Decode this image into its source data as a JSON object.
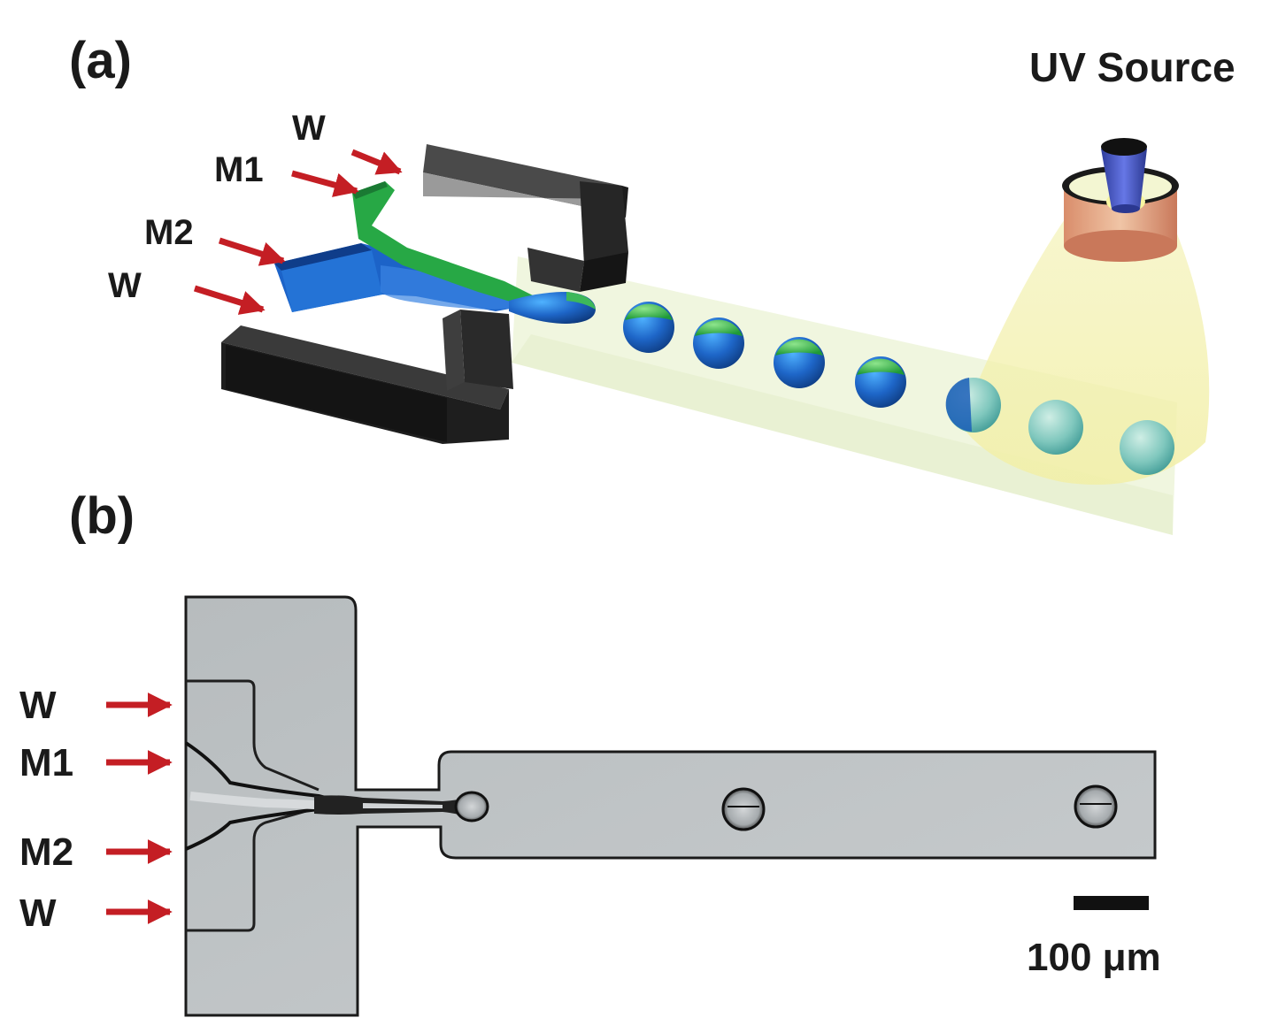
{
  "panel_a": {
    "label": "(a)",
    "inlets": {
      "w_top": "W",
      "m1": "M1",
      "m2": "M2",
      "w_bottom": "W"
    },
    "uv_label": "UV Source"
  },
  "panel_b": {
    "label": "(b)",
    "inlets": {
      "w_top": "W",
      "m1": "M1",
      "m2": "M2",
      "w_bottom": "W"
    },
    "scale_bar_label": "100 μm"
  },
  "colors": {
    "arrow": "#c41e24",
    "wall": "#262626",
    "phase_m1": "#27a845",
    "phase_m2": "#1c63c8",
    "channel_light": "#eef5dc",
    "uv_glow": "#f7f3b0",
    "micrograph_bg": "#c6cacd"
  }
}
